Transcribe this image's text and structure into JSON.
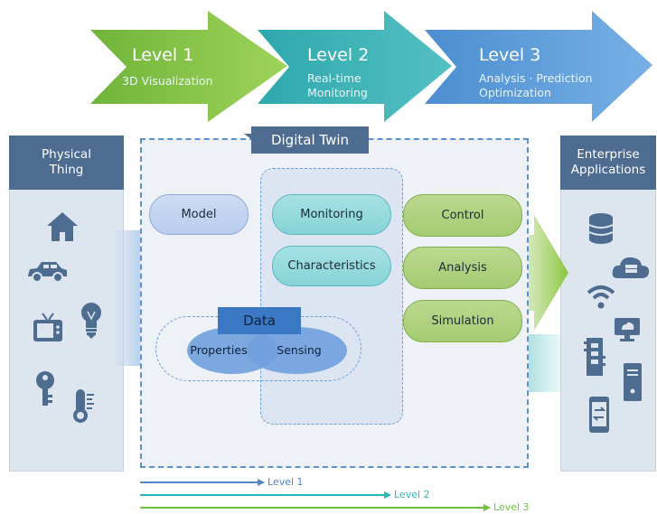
{
  "levels": [
    {
      "title": "Level 1",
      "subtitle": "3D Visualization"
    },
    {
      "title": "Level 2",
      "subtitle_line1": "Real-time",
      "subtitle_line2": "Monitoring"
    },
    {
      "title": "Level 3",
      "subtitle_line1": "Analysis · Prediction",
      "subtitle_line2": "Optimization"
    }
  ],
  "physical_thing": {
    "title_line1": "Physical",
    "title_line2": "Thing",
    "icons": [
      "house-icon",
      "car-icon",
      "tv-icon",
      "lightbulb-icon",
      "key-icon",
      "thermometer-icon"
    ]
  },
  "enterprise": {
    "title_line1": "Enterprise",
    "title_line2": "Applications",
    "icons": [
      "database-icon",
      "cloud-server-icon",
      "wifi-icon",
      "monitor-icon",
      "circuit-board-icon",
      "tower-pc-icon",
      "phone-transfer-icon"
    ]
  },
  "digital_twin": {
    "title": "Digital Twin",
    "model": "Model",
    "monitoring": "Monitoring",
    "characteristics": "Characteristics",
    "control": "Control",
    "analysis": "Analysis",
    "simulation": "Simulation",
    "data": "Data",
    "properties": "Properties",
    "sensing": "Sensing"
  },
  "legend": [
    {
      "label": "Level 1",
      "color": "#4f86c6"
    },
    {
      "label": "Level 2",
      "color": "#2fb5b8"
    },
    {
      "label": "Level 3",
      "color": "#6cc33c"
    }
  ],
  "colors": {
    "level1_arrow": "#8cc63f",
    "level2_arrow": "#3fb1b5",
    "level3_arrow": "#5a97d6",
    "panel_header": "#4e6b90",
    "data_header": "#3a78c3"
  }
}
